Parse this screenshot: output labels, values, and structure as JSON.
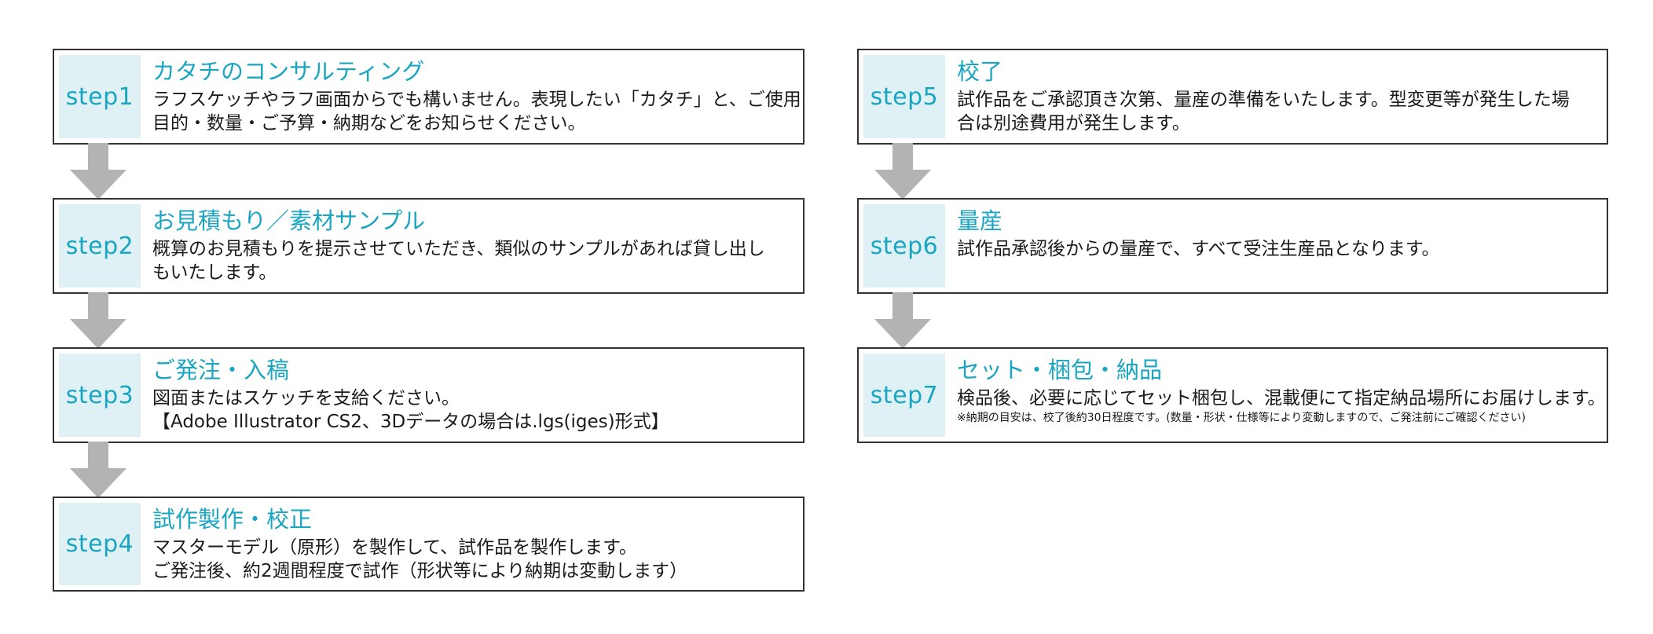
{
  "colors": {
    "accent": "#1aa5c0",
    "label_bg": "#dff1f4",
    "arrow": "#b3b3b3",
    "border": "#333333"
  },
  "steps": [
    {
      "label": "step1",
      "title": "カタチのコンサルティング",
      "lines": [
        "ラフスケッチやラフ画面からでも構いません。表現したい「カタチ」と、ご使用",
        "目的・数量・ご予算・納期などをお知らせください。"
      ]
    },
    {
      "label": "step2",
      "title": "お見積もり／素材サンプル",
      "lines": [
        "概算のお見積もりを提示させていただき、類似のサンプルがあれば貸し出し",
        "もいたします。"
      ]
    },
    {
      "label": "step3",
      "title": "ご発注・入稿",
      "lines": [
        "図面またはスケッチを支給ください。",
        "【Adobe Illustrator CS2、3Dデータの場合は.lgs(iges)形式】"
      ]
    },
    {
      "label": "step4",
      "title": "試作製作・校正",
      "lines": [
        "マスターモデル（原形）を製作して、試作品を製作します。",
        "ご発注後、約2週間程度で試作（形状等により納期は変動します）"
      ]
    },
    {
      "label": "step5",
      "title": "校了",
      "lines": [
        "試作品をご承認頂き次第、量産の準備をいたします。型変更等が発生した場",
        "合は別途費用が発生します。"
      ]
    },
    {
      "label": "step6",
      "title": "量産",
      "lines": [
        "試作品承認後からの量産で、すべて受注生産品となります。"
      ]
    },
    {
      "label": "step7",
      "title": "セット・梱包・納品",
      "lines": [
        "検品後、必要に応じてセット梱包し、混載便にて指定納品場所にお届けします。"
      ],
      "note": "※納期の目安は、校了後約30日程度です。(数量・形状・仕様等により変動しますので、ご発注前にご確認ください)"
    }
  ]
}
